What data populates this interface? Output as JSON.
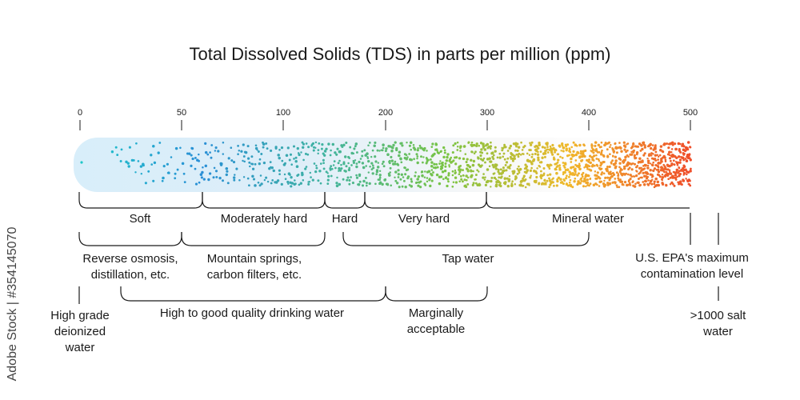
{
  "title": "Total Dissolved Solids (TDS) in parts per million (ppm)",
  "scale": {
    "min": 0,
    "max": 500,
    "ticks": [
      0,
      50,
      100,
      200,
      300,
      400,
      500
    ],
    "tick_labels": [
      "0",
      "50",
      "100",
      "200",
      "300",
      "400",
      "500"
    ]
  },
  "colors": {
    "gradient": [
      "#1ec8c8",
      "#2a8fd6",
      "#3fb3a0",
      "#79c443",
      "#f0b82a",
      "#ef4e2a"
    ],
    "glow": "#cfe9f7",
    "ink": "#1a1a1a"
  },
  "categories_row1": [
    {
      "label": "Soft",
      "from": 0,
      "to": 60
    },
    {
      "label": "Moderately hard",
      "from": 60,
      "to": 120
    },
    {
      "label": "Hard",
      "from": 120,
      "to": 180
    },
    {
      "label": "Very hard",
      "from": 180,
      "to": 300
    },
    {
      "label": "Mineral water",
      "from": 300,
      "to": 500
    }
  ],
  "categories_row2": [
    {
      "label": "Reverse osmosis,\ndistillation, etc.",
      "from": 0,
      "to": 50
    },
    {
      "label": "Mountain springs,\ncarbon filters, etc.",
      "from": 50,
      "to": 120
    },
    {
      "label": "Tap water",
      "from": 130,
      "to": 400
    }
  ],
  "categories_row3": [
    {
      "label": "High to good quality drinking water",
      "from": 20,
      "to": 200
    },
    {
      "label": "Marginally\nacceptable",
      "from": 200,
      "to": 300
    }
  ],
  "annotations": {
    "deionized": "High grade\ndeionized\nwater",
    "epa": "U.S. EPA's maximum\ncontamination level",
    "salt": ">1000 salt\nwater"
  },
  "watermark": "Adobe Stock | #354145070"
}
